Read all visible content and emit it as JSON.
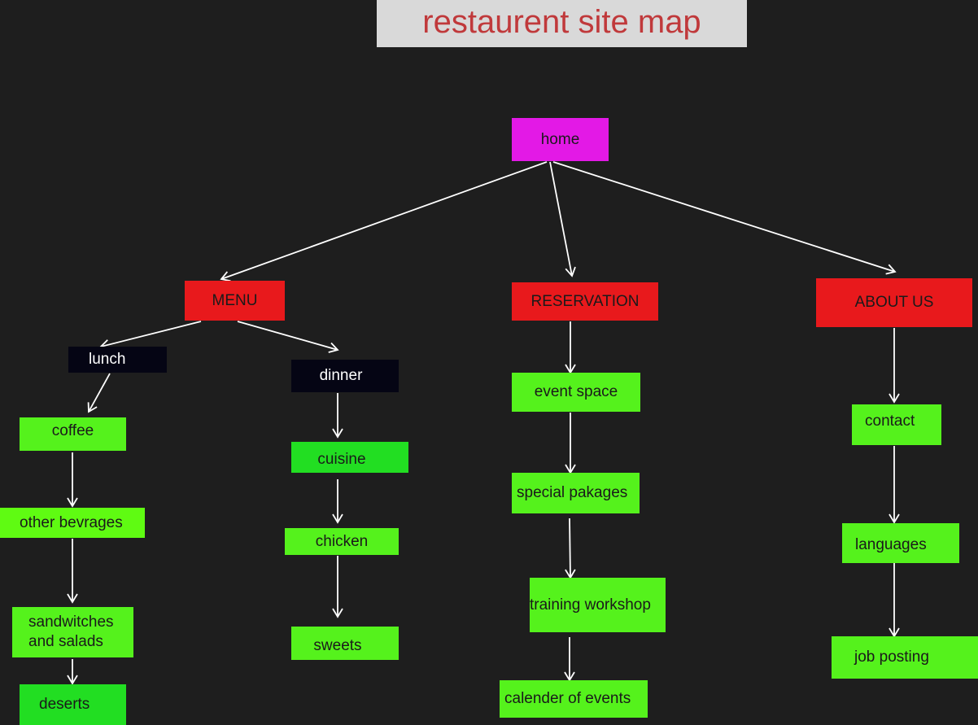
{
  "title": "restaurent site map",
  "colors": {
    "background": "#1e1e1e",
    "title_box": "#d9d9d9",
    "title_text": "#c0393b",
    "root": "#e319e6",
    "section": "#e8191c",
    "subgroup": "#050514",
    "page": "#55f21c",
    "page_alt": "#22de22",
    "connector": "#ffffff"
  },
  "nodes": {
    "home": "home",
    "menu": "MENU",
    "reservation": "RESERVATION",
    "about": "ABOUT US",
    "lunch": "lunch",
    "dinner": "dinner",
    "coffee": "coffee",
    "other_bevrages": "other bevrages",
    "sandwiches_line1": "sandwitches",
    "sandwiches_line2": "and salads",
    "deserts": "deserts",
    "cuisine": "cuisine",
    "chicken": "chicken",
    "sweets": "sweets",
    "event_space": "event space",
    "special_pakages": "special pakages",
    "training_workshop": "training workshop",
    "calender_of_events": "calender of events",
    "contact": "contact",
    "languages": "languages",
    "job_posting": "job posting"
  }
}
